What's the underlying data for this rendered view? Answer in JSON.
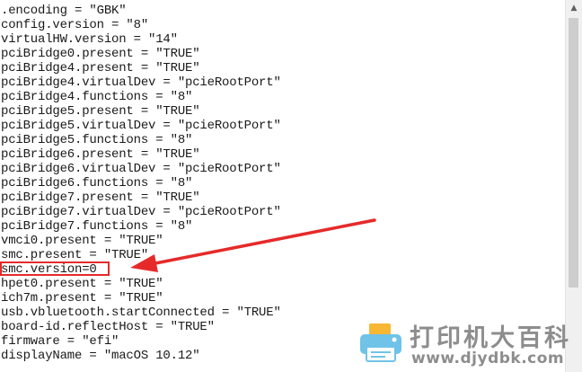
{
  "editor": {
    "lines": [
      ".encoding = \"GBK\"",
      "config.version = \"8\"",
      "virtualHW.version = \"14\"",
      "pciBridge0.present = \"TRUE\"",
      "pciBridge4.present = \"TRUE\"",
      "pciBridge4.virtualDev = \"pcieRootPort\"",
      "pciBridge4.functions = \"8\"",
      "pciBridge5.present = \"TRUE\"",
      "pciBridge5.virtualDev = \"pcieRootPort\"",
      "pciBridge5.functions = \"8\"",
      "pciBridge6.present = \"TRUE\"",
      "pciBridge6.virtualDev = \"pcieRootPort\"",
      "pciBridge6.functions = \"8\"",
      "pciBridge7.present = \"TRUE\"",
      "pciBridge7.virtualDev = \"pcieRootPort\"",
      "pciBridge7.functions = \"8\"",
      "vmci0.present = \"TRUE\"",
      "smc.present = \"TRUE\"",
      "smc.version=0",
      "hpet0.present = \"TRUE\"",
      "ich7m.present = \"TRUE\"",
      "usb.vbluetooth.startConnected = \"TRUE\"",
      "board-id.reflectHost = \"TRUE\"",
      "firmware = \"efi\"",
      "displayName = \"macOS 10.12\""
    ],
    "highlighted_line_index": 18
  },
  "annotation": {
    "color": "#e62a2a",
    "target": "smc.version=0"
  },
  "watermark": {
    "site_name": "打印机大百科",
    "url": "www.djydbk.com",
    "color": "#7a7a7a",
    "logo_icon": "printer-icon"
  },
  "scrollbar": {
    "up_arrow_icon": "chevron-up-icon"
  }
}
